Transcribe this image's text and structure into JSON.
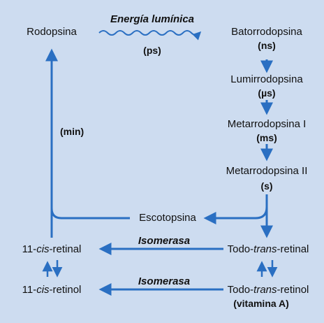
{
  "colors": {
    "background": "#cddcf0",
    "arrow": "#2a6fc2",
    "text": "#111111"
  },
  "top_arrow": {
    "label": "Energía lumínica",
    "time": "(ps)"
  },
  "left_column": {
    "rodopsina": "Rodopsina",
    "time": "(min)"
  },
  "right_column": [
    {
      "name": "Batorrodopsina",
      "time": "(ns)"
    },
    {
      "name": "Lumirrodopsina",
      "time": "(µs)"
    },
    {
      "name": "Metarrodopsina I",
      "time": "(ms)"
    },
    {
      "name": "Metarrodopsina II",
      "time": "(s)"
    }
  ],
  "escotopsina": "Escotopsina",
  "retinal_row": {
    "left": {
      "prefix": "11-",
      "italic": "cis",
      "suffix": "-retinal"
    },
    "enzyme": "Isomerasa",
    "right": {
      "prefix": "Todo-",
      "italic": "trans",
      "suffix": "-retinal"
    }
  },
  "retinol_row": {
    "left": {
      "prefix": "11-",
      "italic": "cis",
      "suffix": "-retinol"
    },
    "enzyme": "Isomerasa",
    "right": {
      "prefix": "Todo-",
      "italic": "trans",
      "suffix": "-retinol"
    },
    "note": "(vitamina A)"
  }
}
